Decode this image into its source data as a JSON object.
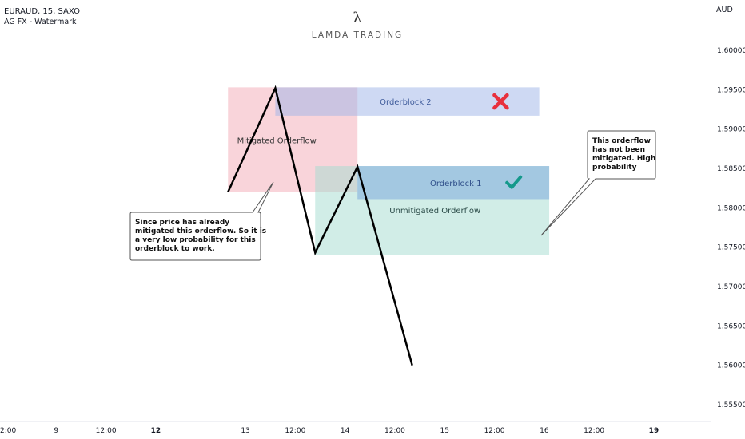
{
  "header": {
    "symbol_line": "EURAUD, 15, SAXO",
    "indicator_line": "AG FX - Watermark",
    "currency": "AUD"
  },
  "watermark": {
    "glyph": "λ",
    "text": "LAMDA TRADING"
  },
  "chart_data": {
    "type": "line",
    "title": "EURAUD, 15, SAXO",
    "ylabel": "AUD",
    "ylim": [
      1.5525,
      1.6075
    ],
    "y_ticks": [
      "1.60000",
      "1.59500",
      "1.59000",
      "1.58500",
      "1.58000",
      "1.57500",
      "1.57000",
      "1.56500",
      "1.56000",
      "1.55500"
    ],
    "x_ticks": [
      {
        "label": "2:00",
        "t": 0.0
      },
      {
        "label": "9",
        "t": 1.0
      },
      {
        "label": "12:00",
        "t": 2.0
      },
      {
        "label": "12",
        "t": 3.0,
        "bold": true
      },
      {
        "label": "13",
        "t": 4.8
      },
      {
        "label": "12:00",
        "t": 5.8
      },
      {
        "label": "14",
        "t": 6.8
      },
      {
        "label": "12:00",
        "t": 7.8
      },
      {
        "label": "15",
        "t": 8.8
      },
      {
        "label": "12:00",
        "t": 9.8
      },
      {
        "label": "16",
        "t": 10.8
      },
      {
        "label": "12:00",
        "t": 11.8
      },
      {
        "label": "19",
        "t": 13.0,
        "bold": true
      }
    ],
    "path": [
      {
        "t": 4.45,
        "y": 1.582
      },
      {
        "t": 5.4,
        "y": 1.5952
      },
      {
        "t": 6.2,
        "y": 1.5743
      },
      {
        "t": 7.05,
        "y": 1.5852
      },
      {
        "t": 8.15,
        "y": 1.56
      }
    ],
    "zones": [
      {
        "id": "mitigated",
        "label": "Mitigated Orderflow",
        "t0": 4.45,
        "t1": 7.05,
        "y0": 1.582,
        "y1": 1.5953,
        "color": "#f7c6cd",
        "opacity": 0.75
      },
      {
        "id": "ob2",
        "label": "Orderblock 2",
        "t0": 5.4,
        "t1": 10.7,
        "y0": 1.5917,
        "y1": 1.5953,
        "color": "#9db4e8",
        "opacity": 0.5
      },
      {
        "id": "unmitigated",
        "label": "Unmitigated Orderflow",
        "t0": 6.2,
        "t1": 10.9,
        "y0": 1.574,
        "y1": 1.5853,
        "color": "#a3dccf",
        "opacity": 0.5
      },
      {
        "id": "ob1",
        "label": "Orderblock 1",
        "t0": 7.05,
        "t1": 10.9,
        "y0": 1.5811,
        "y1": 1.5853,
        "color": "#7ea9dc",
        "opacity": 0.55
      }
    ],
    "marks": [
      {
        "zone": "ob2",
        "type": "cross",
        "color": "#e8303d"
      },
      {
        "zone": "ob1",
        "type": "check",
        "color": "#14998b"
      }
    ],
    "callouts": [
      {
        "id": "left-note",
        "lines": [
          "Since price has already",
          "mitigated this orderflow. So it is",
          "a very low probability for this",
          "orderblock to work."
        ]
      },
      {
        "id": "right-note",
        "lines": [
          "This orderflow",
          "has not been",
          "mitigated.  High",
          "probability"
        ]
      }
    ]
  }
}
